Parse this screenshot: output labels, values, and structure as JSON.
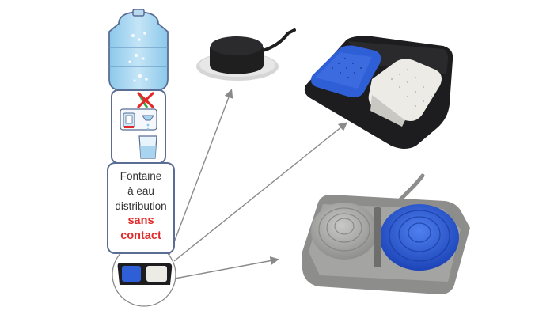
{
  "caption": {
    "line1": "Fontaine",
    "line2": "à eau",
    "line3": "distribution",
    "line4": "sans",
    "line5": "contact"
  },
  "colors": {
    "outline": "#5a6e95",
    "accent_red": "#e12a2a",
    "water_blue": "#9fd1ee",
    "pedal_blue": "#2f5fd6",
    "pedal_white": "#ecebe6",
    "base_dark": "#1d1d1f",
    "base_gray": "#8d8e8c"
  },
  "icons": [
    "water-cooler-icon",
    "no-touch-cross-icon",
    "foot-pedal-icon",
    "proximity-sensor-icon",
    "arrow-icon"
  ]
}
